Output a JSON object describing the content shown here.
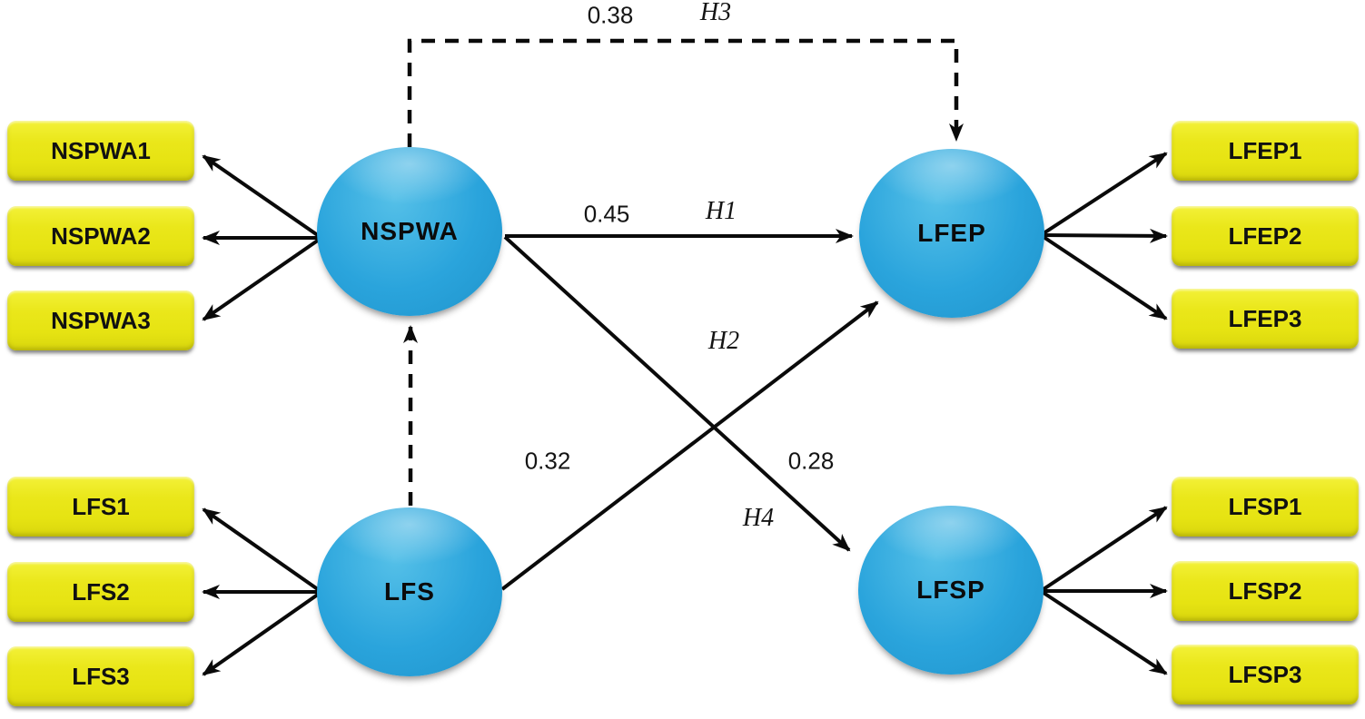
{
  "diagram_type": "structural-equation-model",
  "latents": {
    "nspwa": {
      "label": "NSPWA"
    },
    "lfep": {
      "label": "LFEP"
    },
    "lfs": {
      "label": "LFS"
    },
    "lfsp": {
      "label": "LFSP"
    }
  },
  "indicators": {
    "nspwa": [
      "NSPWA1",
      "NSPWA2",
      "NSPWA3"
    ],
    "lfep": [
      "LFEP1",
      "LFEP2",
      "LFEP3"
    ],
    "lfs": [
      "LFS1",
      "LFS2",
      "LFS3"
    ],
    "lfsp": [
      "LFSP1",
      "LFSP2",
      "LFSP3"
    ]
  },
  "path_labels": {
    "h1": {
      "hypothesis": "H1",
      "coefficient": "0.45"
    },
    "h2": {
      "hypothesis": "H2",
      "coefficient": "0.32"
    },
    "h3": {
      "hypothesis": "H3",
      "coefficient": "0.38"
    },
    "h4": {
      "hypothesis": "H4",
      "coefficient": "0.28"
    }
  },
  "edges": [
    {
      "from": "NSPWA",
      "to": "LFEP",
      "hypothesis": "H1",
      "coefficient": "0.45",
      "style": "solid"
    },
    {
      "from": "LFS",
      "to": "LFEP",
      "hypothesis": "H2",
      "coefficient": "0.32",
      "style": "solid"
    },
    {
      "from": "NSPWA",
      "to": "LFEP",
      "hypothesis": "H3",
      "coefficient": "0.38",
      "style": "dashed"
    },
    {
      "from": "NSPWA",
      "to": "LFSP",
      "hypothesis": "H4",
      "coefficient": "0.28",
      "style": "solid"
    },
    {
      "from": "LFS",
      "to": "NSPWA",
      "style": "dashed"
    }
  ],
  "colors": {
    "latent_fill": "#2aa4dc",
    "latent_shade": "#1f93cb",
    "indicator_fill": "#e8e512",
    "line": "#0a0a0a",
    "background": "#ffffff"
  }
}
